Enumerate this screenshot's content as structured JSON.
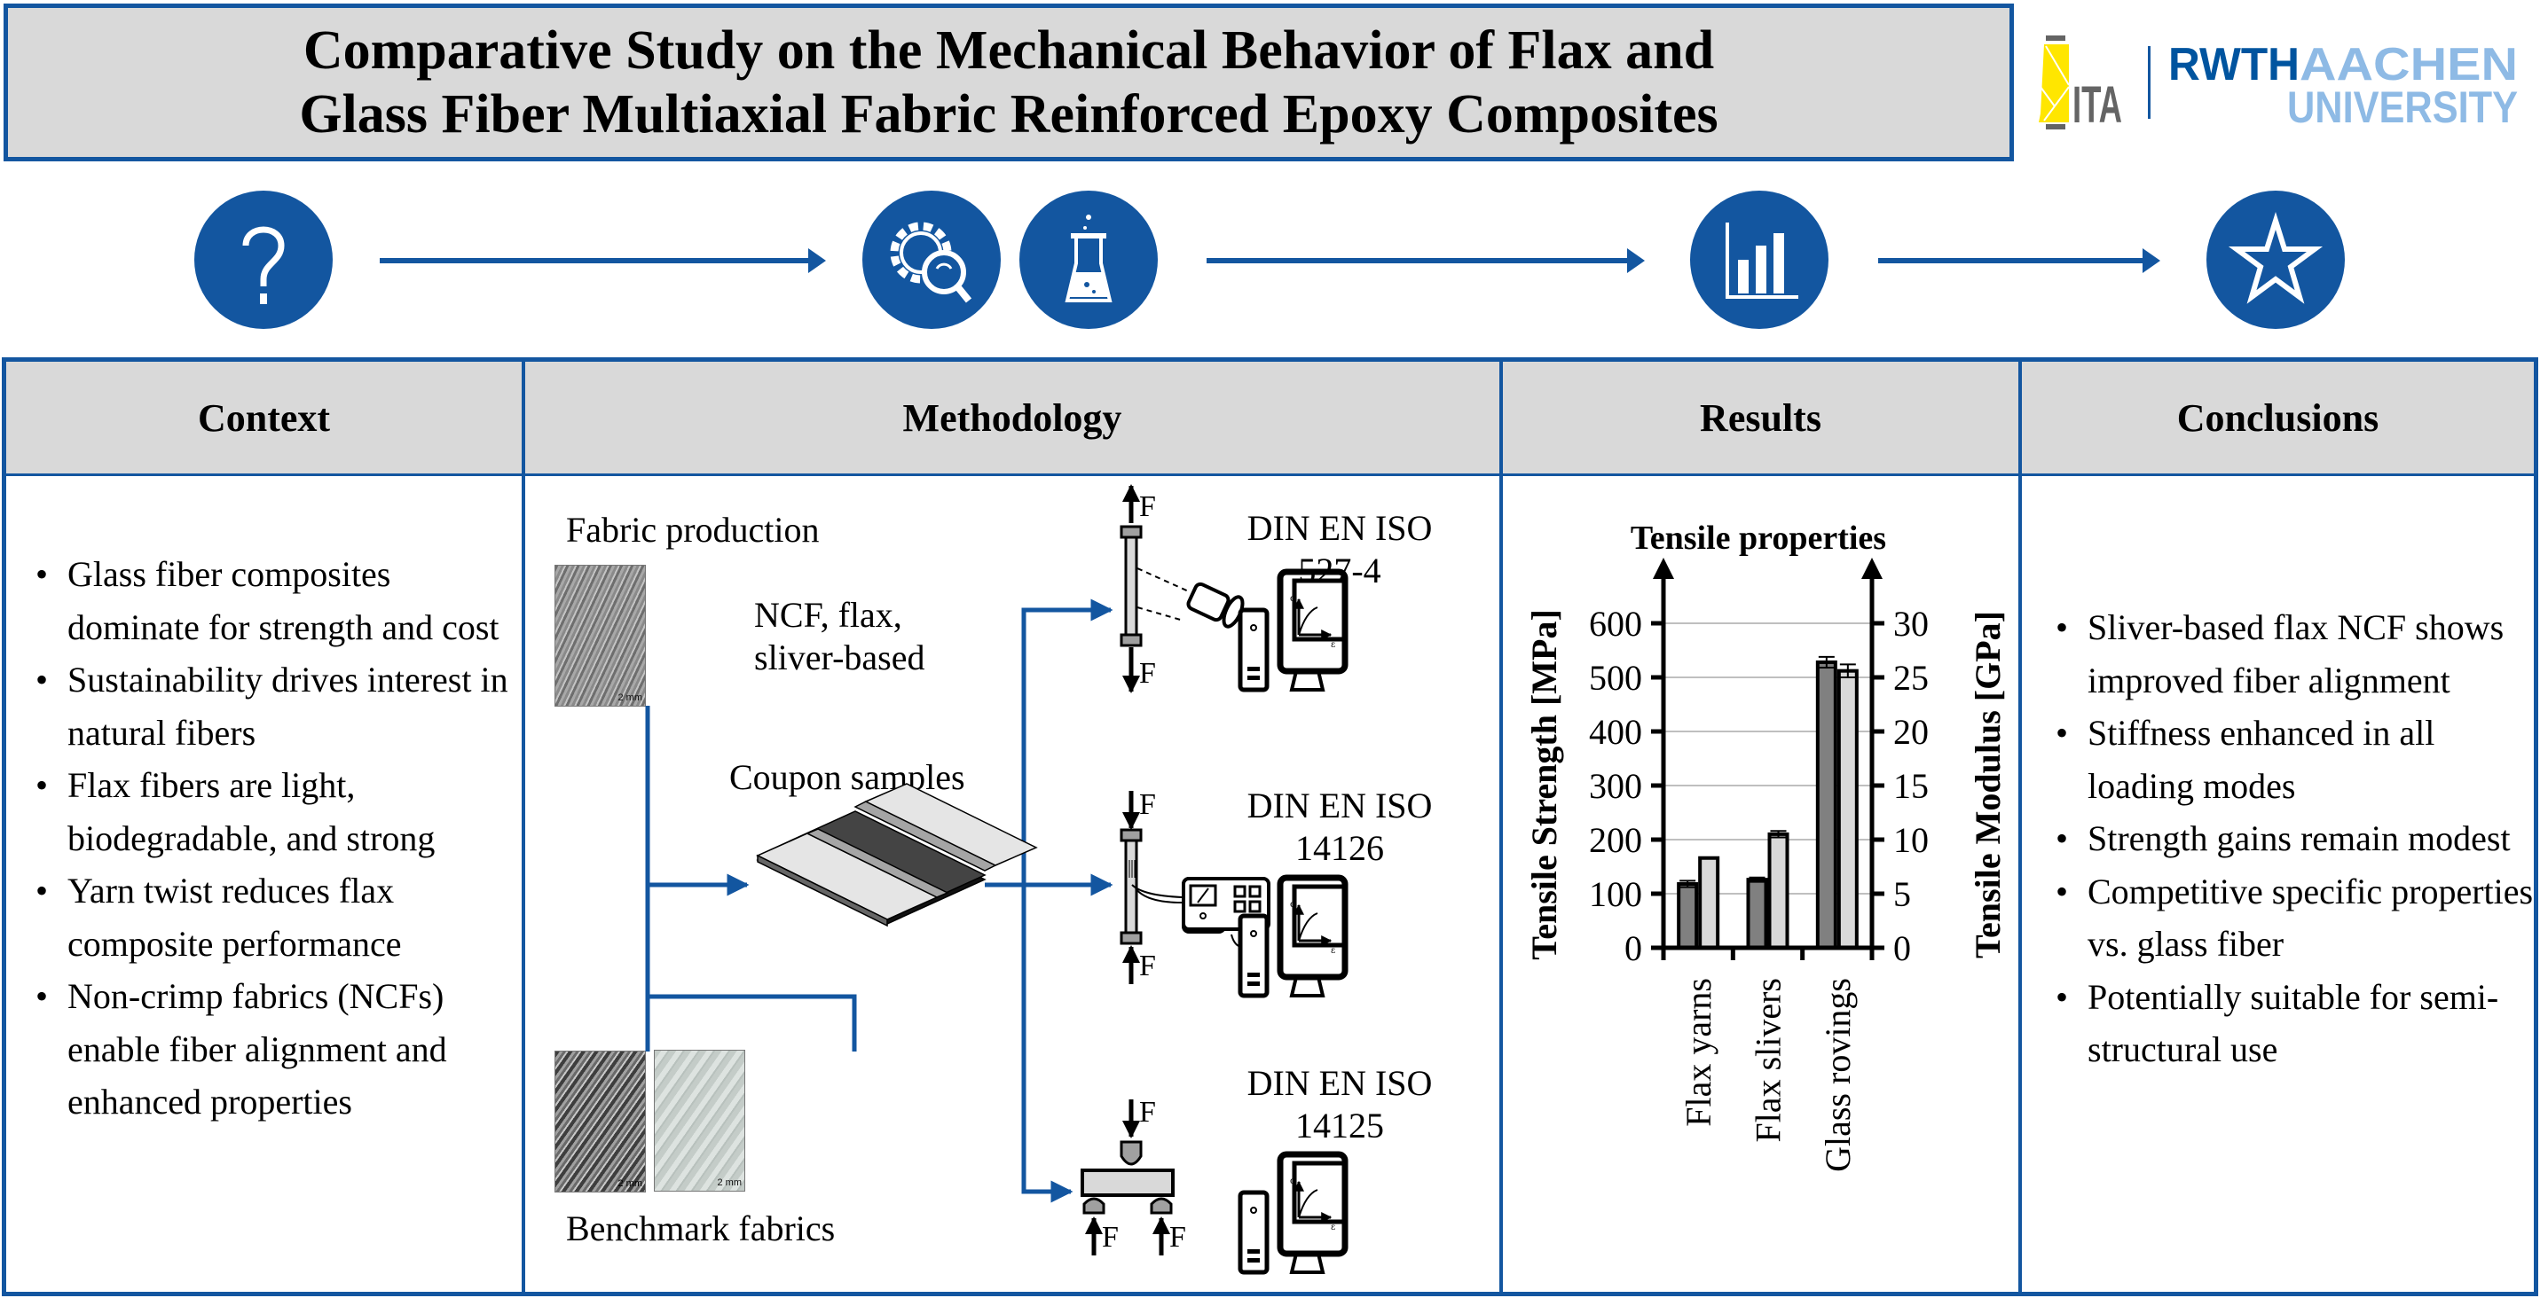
{
  "title": {
    "line1": "Comparative Study on the Mechanical Behavior of Flax and",
    "line2": "Glass Fiber Multiaxial Fabric Reinforced Epoxy Composites"
  },
  "logos": {
    "ita": "ITA",
    "rwth_word1": "RWTH",
    "rwth_word2": "AACHEN",
    "rwth_word3": "UNIVERSITY"
  },
  "colors": {
    "brand_blue": "#1356a0",
    "header_gray": "#d9d9d9",
    "ita_yellow": "#ffe600",
    "ita_gray": "#646464",
    "rwth_light_blue": "#8ebae5",
    "bar_strength": "#808080",
    "bar_modulus": "#d9d9d9"
  },
  "workflow_icons": [
    "question-icon",
    "gear-search-icon",
    "flask-icon",
    "bar-chart-icon",
    "star-icon"
  ],
  "columns": {
    "context": {
      "header": "Context",
      "bullets": [
        "Glass fiber composites dominate for strength and cost",
        "Sustainability drives interest in natural fibers",
        "Flax fibers are light, biodegradable, and strong",
        "Yarn twist reduces flax composite performance",
        "Non-crimp fabrics (NCFs) enable fiber alignment and enhanced properties"
      ]
    },
    "methodology": {
      "header": "Methodology",
      "fabric_production": "Fabric production",
      "fabric_desc_line1": "NCF, flax,",
      "fabric_desc_line2": "sliver-based",
      "scale_bar": "2 mm",
      "coupon_samples": "Coupon samples",
      "benchmark_fabrics": "Benchmark fabrics",
      "force_label": "F",
      "sigma": "σ",
      "epsilon": "ε",
      "tests": [
        {
          "standard_line1": "DIN EN ISO",
          "standard_line2": "527-4"
        },
        {
          "standard_line1": "DIN EN ISO",
          "standard_line2": "14126"
        },
        {
          "standard_line1": "DIN EN ISO",
          "standard_line2": "14125"
        }
      ]
    },
    "results": {
      "header": "Results"
    },
    "conclusions": {
      "header": "Conclusions",
      "bullets": [
        "Sliver-based flax NCF shows improved fiber alignment",
        "Stiffness enhanced in all loading modes",
        "Strength gains remain modest",
        "Competitive specific properties vs. glass fiber",
        "Potentially suitable for semi-structural use"
      ]
    }
  },
  "chart_data": {
    "type": "bar",
    "title": "Tensile properties",
    "categories": [
      "Flax yarns",
      "Flax slivers",
      "Glass rovings"
    ],
    "series": [
      {
        "name": "Tensile Strength",
        "axis": "left",
        "unit": "MPa",
        "values": [
          118,
          126,
          528
        ],
        "errors": [
          6,
          4,
          10
        ]
      },
      {
        "name": "Tensile Modulus",
        "axis": "right",
        "unit": "GPa",
        "values": [
          8.3,
          10.5,
          25.6
        ],
        "errors": [
          0,
          0.3,
          0.6
        ]
      }
    ],
    "ylabel": "Tensile Strength [MPa]",
    "ylabel_right": "Tensile Modulus [GPa]",
    "ylim": [
      0,
      600
    ],
    "ylim_right": [
      0,
      30
    ],
    "yticks": [
      "0",
      "100",
      "200",
      "300",
      "400",
      "500",
      "600"
    ],
    "yticks_right": [
      "0",
      "5",
      "10",
      "15",
      "20",
      "25",
      "30"
    ],
    "grid": true,
    "legend": "none"
  }
}
